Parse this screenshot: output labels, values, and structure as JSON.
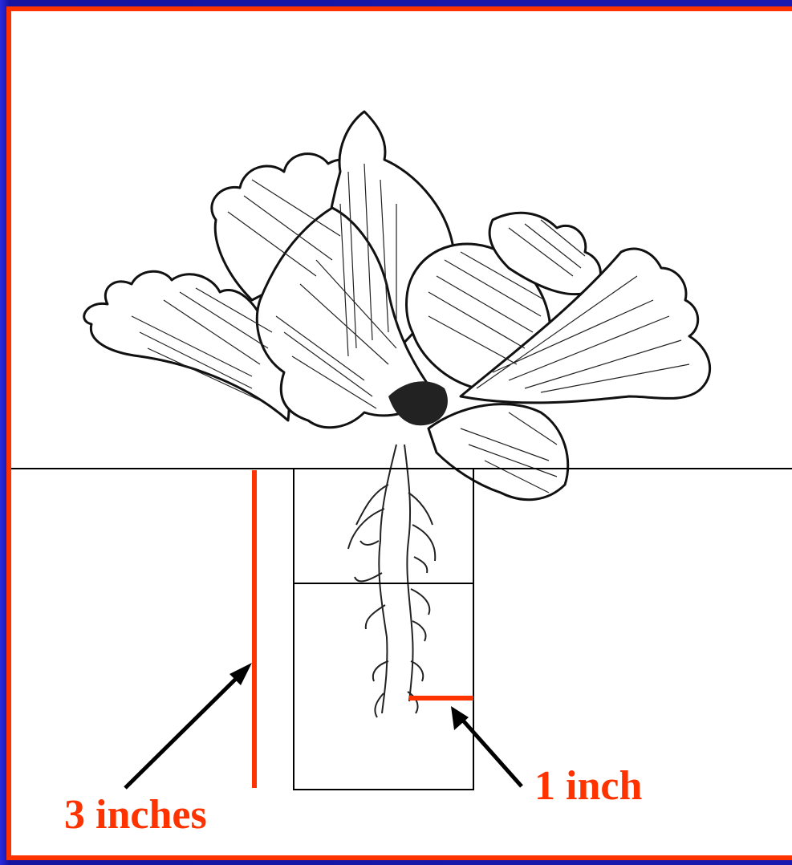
{
  "labels": {
    "three_inches": "3 inches",
    "one_inch": "1 inch"
  },
  "colors": {
    "frame": "#ff3300",
    "background": "#1a1aa8",
    "label": "#ff3300",
    "line": "#000000"
  },
  "illustration": {
    "subject": "lettuce-plant-with-roots",
    "icon": "lettuce-icon"
  }
}
